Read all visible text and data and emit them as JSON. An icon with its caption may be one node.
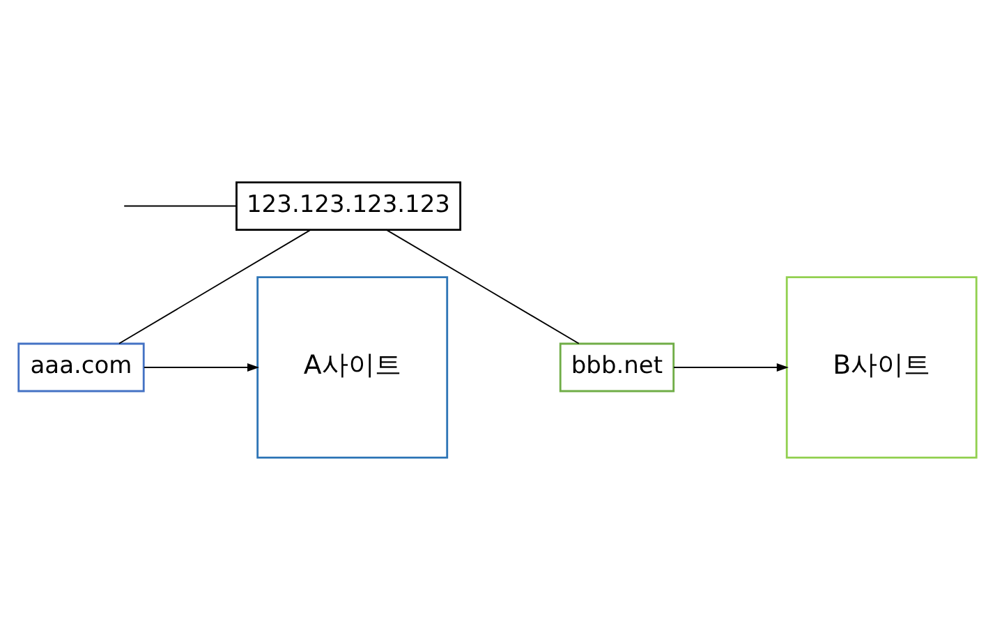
{
  "diagram": {
    "nodes": [
      {
        "text": [
          "aaa.com"
        ]
      },
      {
        "text": [
          "123.123.123.123"
        ]
      },
      {
        "text": [
          "bbb.net"
        ]
      },
      {
        "text": [
          "A사이트"
        ]
      },
      {
        "text": [
          "B사이트"
        ]
      }
    ],
    "edges": [
      {
        "from": null,
        "to": 1,
        "arrow": "none"
      },
      {
        "from": 1,
        "to": 0,
        "arrow": "none"
      },
      {
        "from": 1,
        "to": 2,
        "arrow": "none"
      },
      {
        "from": 0,
        "to": 3,
        "arrow": "to"
      },
      {
        "from": 2,
        "to": 4,
        "arrow": "to"
      }
    ]
  }
}
